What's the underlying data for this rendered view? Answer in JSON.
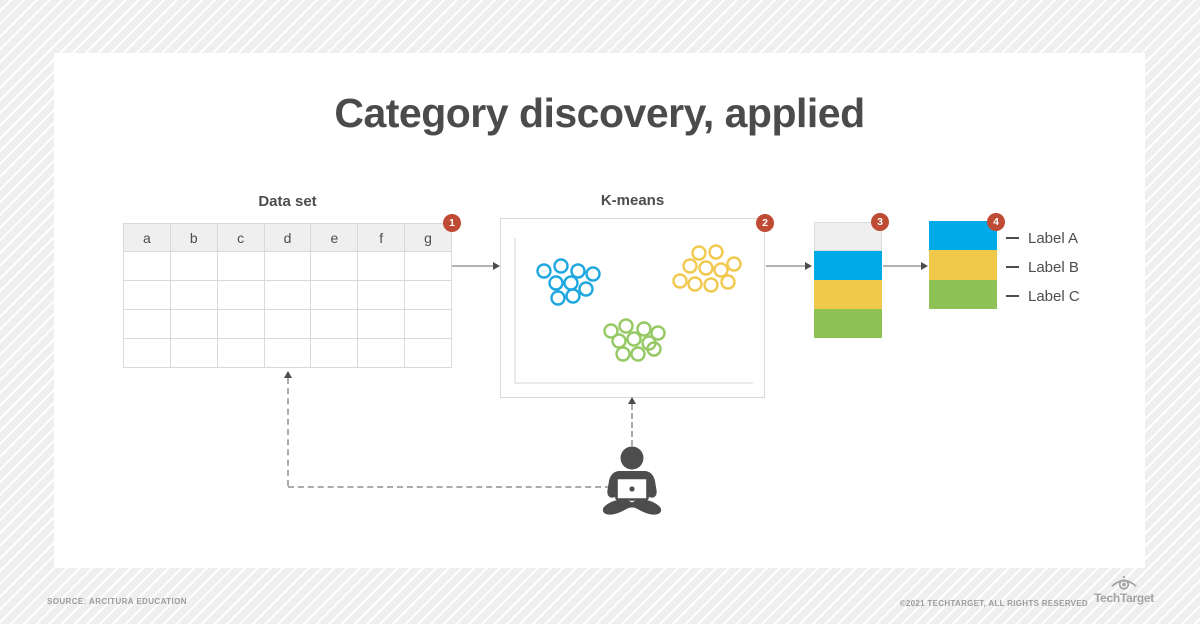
{
  "title": "Category discovery, applied",
  "colors": {
    "blue": "#00ABE8",
    "yellow": "#F0C84A",
    "green": "#8EC255",
    "gray_segment": "#EFEFEF",
    "badge": "#BF4B34",
    "cluster_blue": "#1FA8E0",
    "cluster_yellow": "#F2C94F",
    "cluster_green": "#96C964",
    "dark": "#4d4d4d"
  },
  "dataset": {
    "title": "Data set",
    "badge": "1",
    "columns": [
      "a",
      "b",
      "c",
      "d",
      "e",
      "f",
      "g"
    ],
    "empty_rows": 4
  },
  "kmeans": {
    "title": "K-means",
    "badge": "2",
    "clusters": [
      {
        "name": "blue-cluster",
        "color": "#1FA8E0",
        "points": [
          [
            43,
            52
          ],
          [
            60,
            47
          ],
          [
            77,
            52
          ],
          [
            92,
            55
          ],
          [
            55,
            64
          ],
          [
            70,
            64
          ],
          [
            85,
            70
          ],
          [
            57,
            79
          ],
          [
            72,
            77
          ]
        ]
      },
      {
        "name": "yellow-cluster",
        "color": "#F2C94F",
        "points": [
          [
            198,
            34
          ],
          [
            215,
            33
          ],
          [
            189,
            47
          ],
          [
            205,
            49
          ],
          [
            220,
            51
          ],
          [
            179,
            62
          ],
          [
            194,
            65
          ],
          [
            210,
            66
          ],
          [
            227,
            63
          ],
          [
            233,
            45
          ]
        ]
      },
      {
        "name": "green-cluster",
        "color": "#96C964",
        "points": [
          [
            110,
            112
          ],
          [
            125,
            107
          ],
          [
            143,
            110
          ],
          [
            157,
            114
          ],
          [
            118,
            122
          ],
          [
            133,
            120
          ],
          [
            148,
            124
          ],
          [
            122,
            135
          ],
          [
            137,
            135
          ],
          [
            153,
            130
          ]
        ]
      }
    ]
  },
  "bars": [
    {
      "badge": "3",
      "segments": [
        {
          "name": "unassigned",
          "color": "#EFEFEF",
          "h": 29,
          "bordered": true
        },
        {
          "name": "cluster-blue",
          "color": "#00ABE8",
          "h": 29
        },
        {
          "name": "cluster-yellow",
          "color": "#F0C84A",
          "h": 29
        },
        {
          "name": "cluster-green",
          "color": "#8EC255",
          "h": 29
        }
      ]
    },
    {
      "badge": "4",
      "segments": [
        {
          "name": "cluster-blue",
          "color": "#00ABE8",
          "h": 29
        },
        {
          "name": "cluster-yellow",
          "color": "#F0C84A",
          "h": 30
        },
        {
          "name": "cluster-green",
          "color": "#8EC255",
          "h": 29
        }
      ]
    }
  ],
  "labels": [
    {
      "text": "Label A"
    },
    {
      "text": "Label B"
    },
    {
      "text": "Label C"
    }
  ],
  "footer": {
    "source": "SOURCE: ARCITURA EDUCATION",
    "copyright": "©2021 TECHTARGET, ALL RIGHTS RESERVED",
    "brand": "TechTarget"
  }
}
